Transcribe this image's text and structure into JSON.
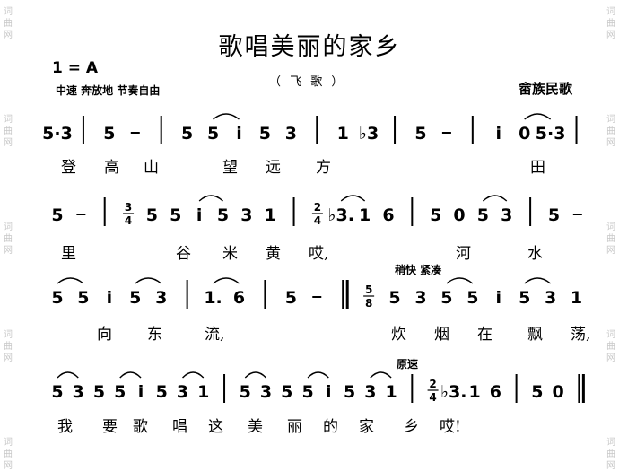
{
  "watermark": {
    "left": "词曲网",
    "right": "词曲网"
  },
  "title": "歌唱美丽的家乡",
  "key": "1 = A",
  "tempo": "中速  奔放地  节奏自由",
  "genre": "（ 飞   歌 ）",
  "source": "畲族民歌",
  "marks": {
    "faster": "稍快  紧凑",
    "original_tempo": "原速"
  },
  "systems": [
    {
      "notes": [
        "5·3",
        "|",
        "5",
        "-",
        "|",
        "5",
        "5",
        "i",
        "5",
        "3",
        "|",
        "1",
        "♭3",
        "|",
        "5",
        "-",
        "|",
        "i",
        "0",
        "5·3",
        "|"
      ],
      "lyrics": [
        "登",
        "高",
        "山",
        "望",
        "远",
        "方",
        "田"
      ]
    },
    {
      "notes": [
        "5",
        "-",
        "|",
        "3/4",
        "5",
        "5",
        "i",
        "5",
        "3",
        "1",
        "|",
        "2/4",
        "♭3.",
        "1",
        "6",
        "|",
        "5",
        "0",
        "5",
        "3",
        "|",
        "5",
        "-"
      ],
      "lyrics": [
        "里",
        "谷",
        "米",
        "黄",
        "哎,",
        "河",
        "水"
      ]
    },
    {
      "notes": [
        "5",
        "5",
        "i",
        "5",
        "3",
        "|",
        "1.",
        "6",
        "|",
        "5",
        "-",
        "||",
        "5/8",
        "5",
        "3",
        "5",
        "5",
        "i",
        "5",
        "3",
        "1"
      ],
      "lyrics": [
        "向",
        "东",
        "流,",
        "炊",
        "烟",
        "在",
        "飘",
        "荡,"
      ]
    },
    {
      "notes": [
        "5",
        "3",
        "5",
        "5",
        "i",
        "5",
        "3",
        "1",
        "|",
        "5",
        "3",
        "5",
        "5",
        "i",
        "5",
        "3",
        "1",
        "|",
        "2/4",
        "♭3.",
        "1",
        "6",
        "|",
        "5",
        "0",
        "||"
      ],
      "lyrics": [
        "我",
        "要",
        "歌",
        "唱",
        "这",
        "美",
        "丽",
        "的",
        "家",
        "乡",
        "哎!"
      ]
    }
  ]
}
